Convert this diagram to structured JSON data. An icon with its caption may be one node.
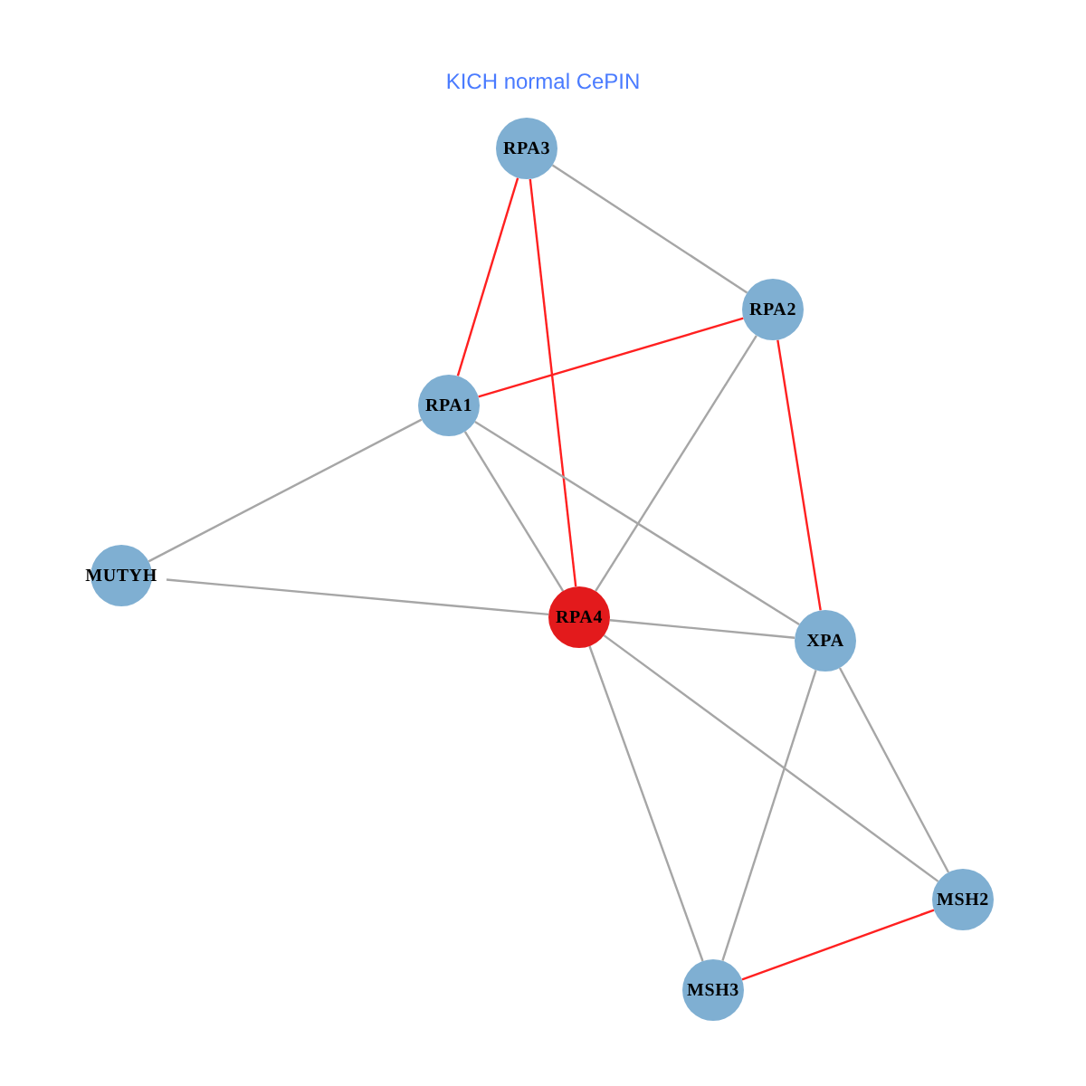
{
  "diagram": {
    "title": "KICH normal CePIN",
    "nodes": [
      {
        "text": [
          "RPA3"
        ]
      },
      {
        "text": [
          "RPA2"
        ]
      },
      {
        "text": [
          "RPA1"
        ]
      },
      {
        "text": [
          "MUTYH"
        ]
      },
      {
        "text": [
          "RPA4"
        ]
      },
      {
        "text": [
          "XPA"
        ]
      },
      {
        "text": [
          "MSH2"
        ]
      },
      {
        "text": [
          "MSH3"
        ]
      }
    ],
    "edges": [
      {
        "from": 0,
        "to": 1,
        "arrow": "none"
      },
      {
        "from": 0,
        "to": 2,
        "arrow": "none",
        "color": "#ff2020"
      },
      {
        "from": 0,
        "to": 4,
        "arrow": "none",
        "color": "#ff2020"
      },
      {
        "from": 1,
        "to": 2,
        "arrow": "none",
        "color": "#ff2020"
      },
      {
        "from": 1,
        "to": 4,
        "arrow": "none"
      },
      {
        "from": 1,
        "to": 5,
        "arrow": "none",
        "color": "#ff2020"
      },
      {
        "from": 2,
        "to": 3,
        "arrow": "none"
      },
      {
        "from": 2,
        "to": 4,
        "arrow": "none"
      },
      {
        "from": 2,
        "to": 5,
        "arrow": "none"
      },
      {
        "from": 3,
        "to": 4,
        "arrow": "none"
      },
      {
        "from": 4,
        "to": 5,
        "arrow": "none"
      },
      {
        "from": 4,
        "to": 6,
        "arrow": "none"
      },
      {
        "from": 4,
        "to": 7,
        "arrow": "none"
      },
      {
        "from": 5,
        "to": 6,
        "arrow": "none"
      },
      {
        "from": 5,
        "to": 7,
        "arrow": "none"
      },
      {
        "from": 6,
        "to": 7,
        "arrow": "none",
        "color": "#ff2020"
      }
    ]
  }
}
